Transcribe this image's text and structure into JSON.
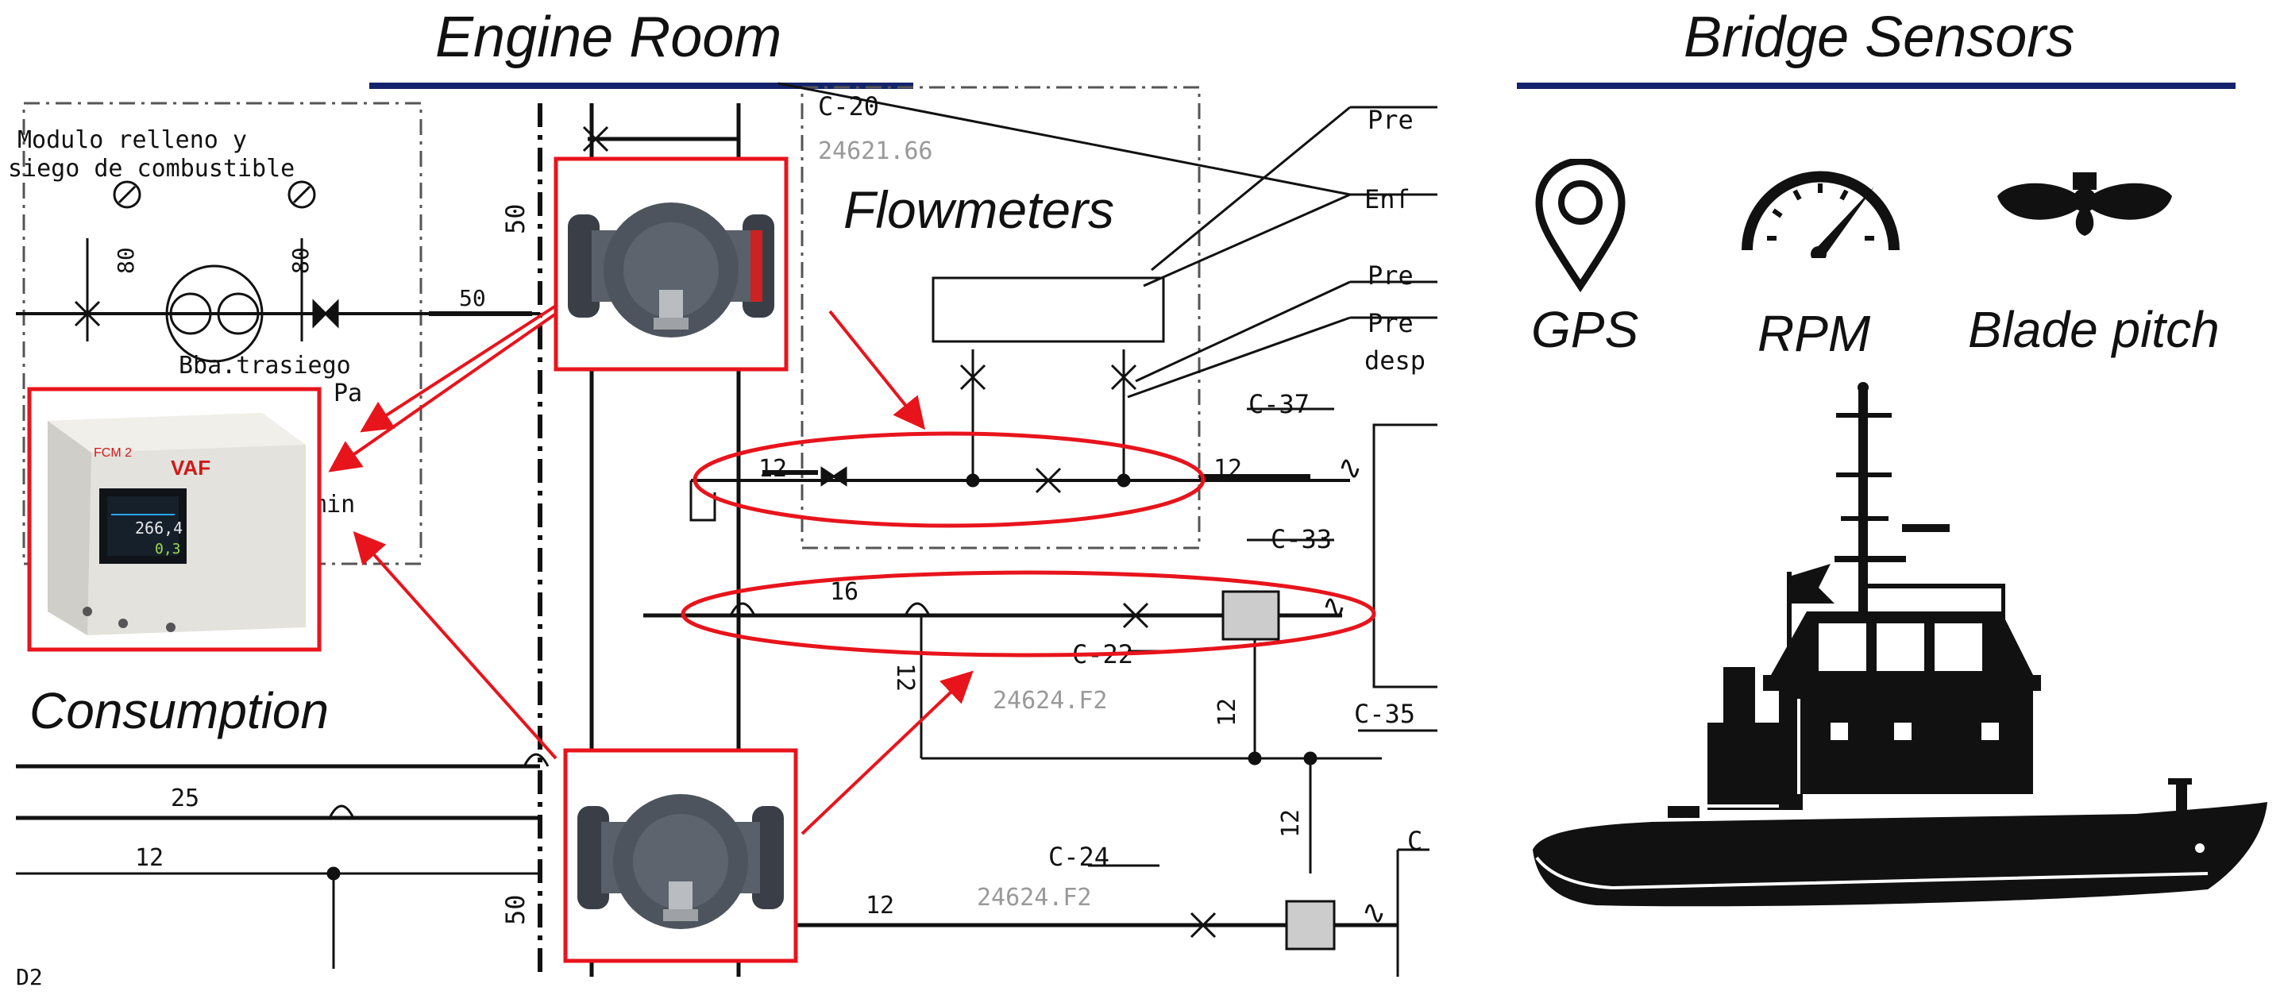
{
  "titles": {
    "engine_room": "Engine Room",
    "bridge_sensors": "Bridge Sensors"
  },
  "labels": {
    "flowmeters": "Flowmeters",
    "consumption": "Consumption"
  },
  "sensors": [
    {
      "label": "GPS",
      "icon": "location-pin-icon"
    },
    {
      "label": "RPM",
      "icon": "speedometer-icon"
    },
    {
      "label": "Blade pitch",
      "icon": "propeller-icon"
    }
  ],
  "device": {
    "brand": "VAF",
    "model": "FCM 2",
    "reading_1": "266,4",
    "reading_2": "0,3"
  },
  "schematic_text": {
    "module_line1": "Modulo relleno y",
    "module_line2": "siego de combustible",
    "pump": "Bba.trasiego",
    "pump_unit": "Pa",
    "flow_unit": "/min",
    "pipe_80a": "80",
    "pipe_80b": "80",
    "pipe_50": "50",
    "pipe_50_left_top": "50",
    "pipe_50_left_bottom": "50",
    "pipe_12a": "12",
    "pipe_12b": "12",
    "pipe_16": "16",
    "pipe_12c": "12",
    "pipe_12d": "12",
    "pipe_12e": "12",
    "pipe_25": "25",
    "pipe_12f": "12",
    "pipe_12g": "12",
    "c20": "C-20",
    "ref_c20": "24621.66",
    "c37": "C-37",
    "c33": "C-33",
    "c22": "C-22",
    "ref_c22": "24624.F2",
    "c35": "C-35",
    "c24": "C-24",
    "ref_c24": "24624.F2",
    "c_cut": "C",
    "d2": "D2",
    "pre1": "Pre",
    "enf": "Enf",
    "pre2": "Pre",
    "pre3": "Pre",
    "desp": "desp"
  },
  "colors": {
    "accent_rule": "#13236b",
    "highlight": "#e8141c"
  }
}
